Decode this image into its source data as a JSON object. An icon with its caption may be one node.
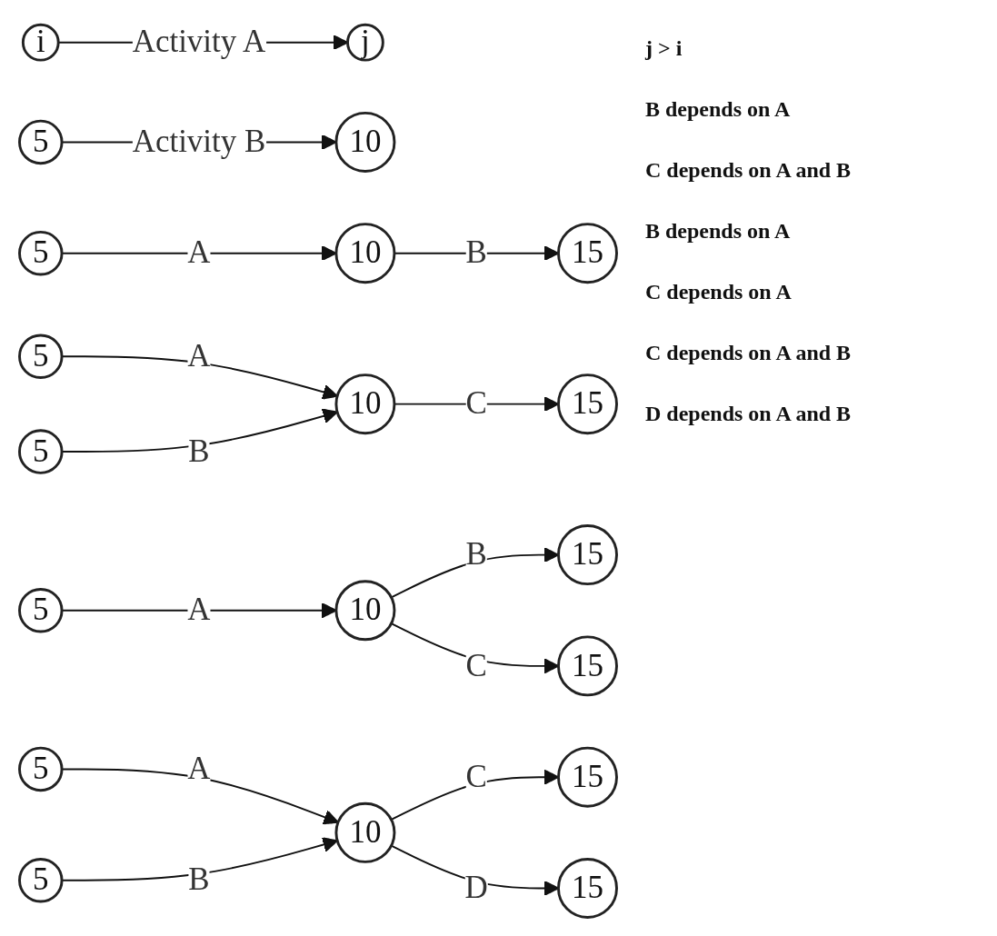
{
  "diagram": {
    "nodes": [
      {
        "text": [
          "i"
        ]
      },
      {
        "text": [
          "j"
        ]
      },
      {
        "text": [
          "5"
        ]
      },
      {
        "text": [
          "10"
        ]
      },
      {
        "text": [
          "5"
        ]
      },
      {
        "text": [
          "10"
        ]
      },
      {
        "text": [
          "15"
        ]
      },
      {
        "text": [
          "5"
        ]
      },
      {
        "text": [
          "10"
        ]
      },
      {
        "text": [
          "15"
        ]
      },
      {
        "text": [
          "5"
        ]
      },
      {
        "text": [
          "15"
        ]
      },
      {
        "text": [
          "5"
        ]
      },
      {
        "text": [
          "10"
        ]
      },
      {
        "text": [
          "15"
        ]
      },
      {
        "text": [
          "5"
        ]
      },
      {
        "text": [
          "15"
        ]
      },
      {
        "text": [
          "5"
        ]
      },
      {
        "text": [
          "10"
        ]
      },
      {
        "text": [
          "15"
        ]
      }
    ],
    "edges": [
      {
        "from": 0,
        "to": 1,
        "arrow": "to",
        "label": "Activity A"
      },
      {
        "from": 2,
        "to": 3,
        "arrow": "to",
        "label": "Activity B"
      },
      {
        "from": 4,
        "to": 5,
        "arrow": "to",
        "label": "A"
      },
      {
        "from": 5,
        "to": 6,
        "arrow": "to",
        "label": "B"
      },
      {
        "from": 7,
        "to": 8,
        "arrow": "to",
        "label": "A"
      },
      {
        "from": 10,
        "to": 8,
        "arrow": "to",
        "label": "B"
      },
      {
        "from": 8,
        "to": 9,
        "arrow": "to",
        "label": "C"
      },
      {
        "from": 12,
        "to": 13,
        "arrow": "to",
        "label": "A"
      },
      {
        "from": 13,
        "to": 11,
        "arrow": "to",
        "label": "B"
      },
      {
        "from": 13,
        "to": 14,
        "arrow": "to",
        "label": "C"
      },
      {
        "from": 15,
        "to": 18,
        "arrow": "to",
        "label": "A"
      },
      {
        "from": 17,
        "to": 18,
        "arrow": "to",
        "label": "B"
      },
      {
        "from": 18,
        "to": 16,
        "arrow": "to",
        "label": "C"
      },
      {
        "from": 18,
        "to": 19,
        "arrow": "to",
        "label": "D"
      }
    ],
    "labels": [
      "j > i",
      "B depends on A",
      "C depends on A and B",
      "B depends on A",
      "C depends on A",
      "C depends on A and B",
      "D depends on A and B"
    ]
  }
}
